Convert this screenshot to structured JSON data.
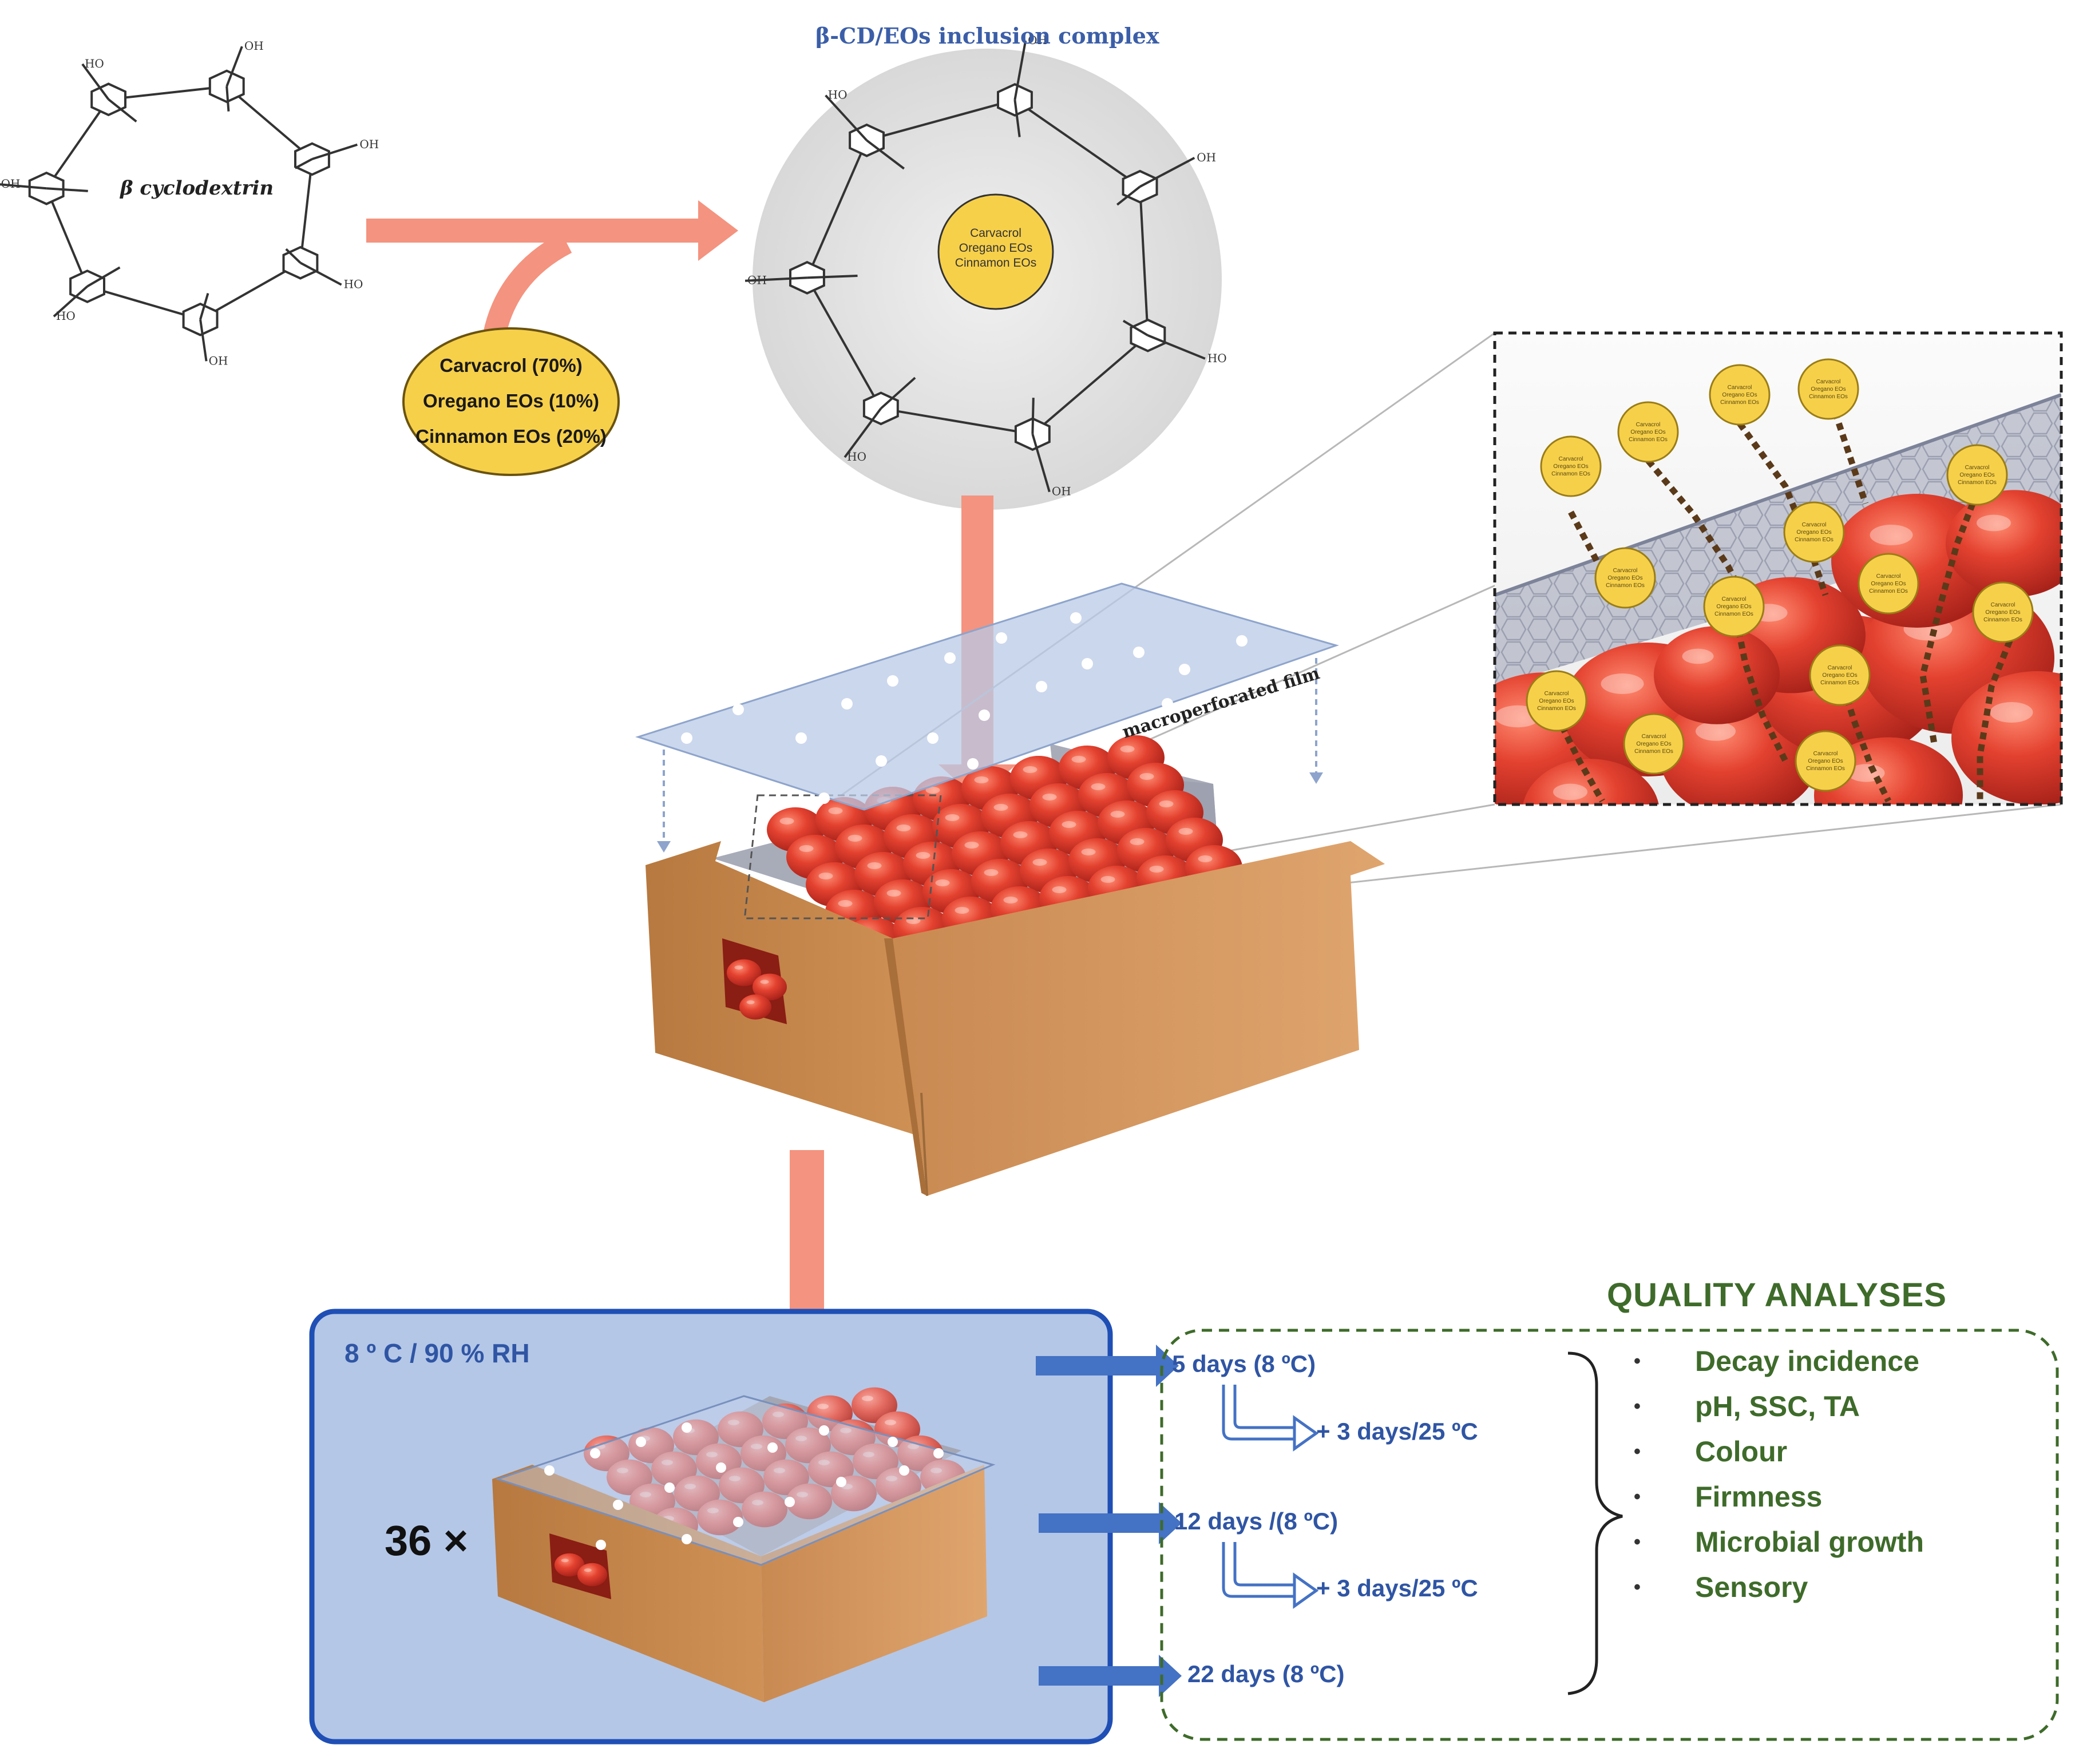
{
  "molecule": {
    "name": "β cyclodextrin",
    "hydroxyl": "OH",
    "hydroxyl_rev": "HO"
  },
  "complex": {
    "title": "β-CD/EOs inclusion complex",
    "core_lines": [
      "Carvacrol",
      "Oregano EOs",
      "Cinnamon EOs"
    ]
  },
  "oils": {
    "items": [
      "Carvacrol (70%)",
      "Oregano EOs (10%)",
      "Cinnamon EOs (20%)"
    ]
  },
  "film": {
    "label": "macroperforated film"
  },
  "zoom_badge": {
    "lines": [
      "Carvacrol",
      "Oregano EOs",
      "Cinnamon EOs"
    ]
  },
  "storage": {
    "condition": "8 º C / 90 % RH",
    "multiplier": "36 ×"
  },
  "timeline": {
    "steps": [
      "5 days (8 ºC)",
      "12 days /(8 ºC)",
      "22 days (8 ºC)"
    ],
    "shelf": [
      "+ 3 days/25 ºC",
      "+ 3 days/25 ºC"
    ]
  },
  "quality": {
    "title": "QUALITY ANALYSES",
    "bullet": "•",
    "items": [
      "Decay incidence",
      "pH, SSC, TA",
      "Colour",
      "Firmness",
      "Microbial growth",
      "Sensory"
    ]
  },
  "colors": {
    "arrow_salmon": "#f4937f",
    "badge_yellow": "#f7d04a",
    "badge_stroke": "#c9a21a",
    "storage_blue": "#b4c7e7",
    "storage_border": "#1f4fb5",
    "arrow_blue": "#4472c4",
    "quality_green": "#3e6b2a",
    "cardboard": "#d79b63",
    "tomato": "#e0402f"
  }
}
